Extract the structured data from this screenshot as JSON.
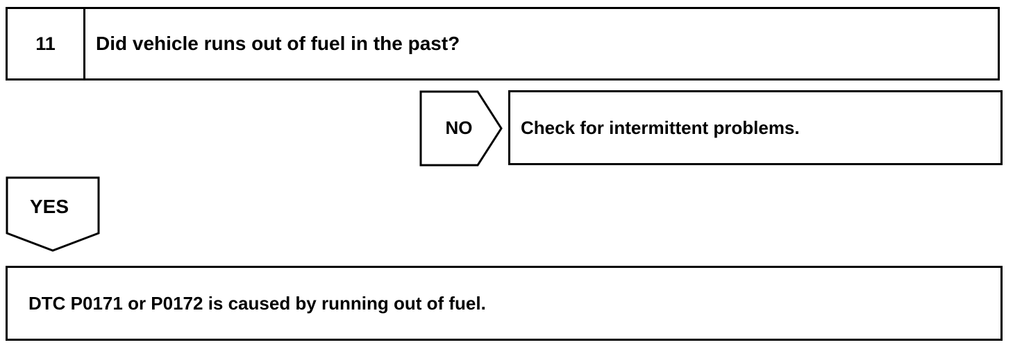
{
  "step": {
    "number": "11",
    "question": "Did vehicle runs out of fuel in the past?"
  },
  "no_branch": {
    "label": "NO",
    "result": "Check for intermittent problems."
  },
  "yes_branch": {
    "label": "YES",
    "result": "DTC P0171 or P0172 is caused by running out of fuel."
  }
}
